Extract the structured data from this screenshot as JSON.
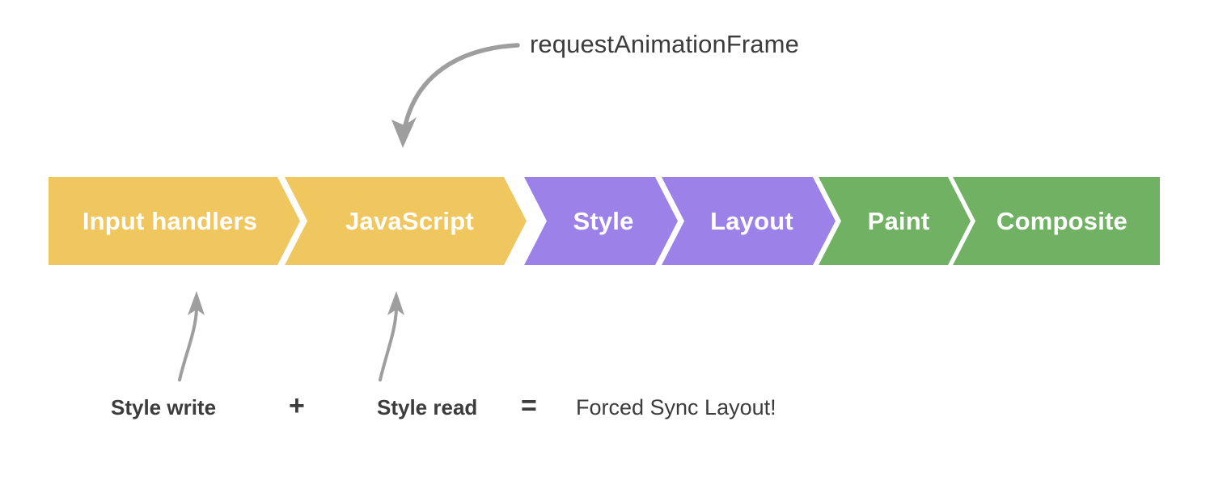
{
  "diagram": {
    "title": "Browser rendering pipeline with forced synchronous layout",
    "background_color": "#ffffff",
    "annotation_color": "#3c3c3c",
    "arrow_color": "#9e9e9e"
  },
  "top_annotation": {
    "label": "requestAnimationFrame",
    "arrow_target": "JavaScript"
  },
  "pipeline": {
    "stages": [
      {
        "label": "Input handlers",
        "color": "#efc75e",
        "group": "main-thread-js"
      },
      {
        "label": "JavaScript",
        "color": "#efc75e",
        "group": "main-thread-js"
      },
      {
        "label": "Style",
        "color": "#9c82e8",
        "group": "style-layout"
      },
      {
        "label": "Layout",
        "color": "#9c82e8",
        "group": "style-layout"
      },
      {
        "label": "Paint",
        "color": "#71b164",
        "group": "paint-composite"
      },
      {
        "label": "Composite",
        "color": "#71b164",
        "group": "paint-composite"
      }
    ]
  },
  "bottom_annotations": {
    "write_label": "Style write",
    "plus_sign": "+",
    "read_label": "Style read",
    "equals_sign": "=",
    "result_label": "Forced Sync Layout!",
    "write_arrow_target": "Input handlers",
    "read_arrow_target": "JavaScript"
  }
}
